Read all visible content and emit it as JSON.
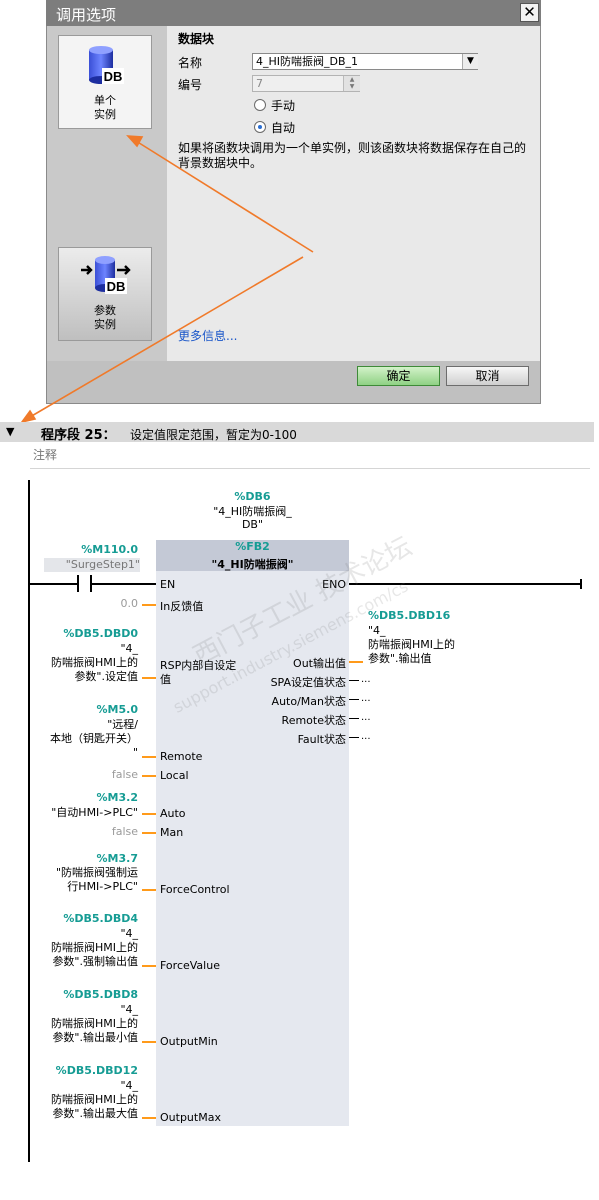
{
  "dialog": {
    "title": "调用选项",
    "close_glyph": "✕",
    "single_instance": {
      "icon_text": "DB",
      "line1": "单个",
      "line2": "实例"
    },
    "multi_instance": {
      "icon_text": "DB",
      "line1": "参数",
      "line2": "实例"
    },
    "section_title": "数据块",
    "name_label": "名称",
    "name_value": "4_HI防喘振阀_DB_1",
    "number_label": "编号",
    "number_value": "7",
    "manual_label": "手动",
    "auto_label": "自动",
    "selected_mode": "auto",
    "description": "如果将函数块调用为一个单实例，则该函数块将数据保存在自己的背景数据块中。",
    "more_info": "更多信息...",
    "ok_label": "确定",
    "cancel_label": "取消"
  },
  "network": {
    "label": "程序段 25：",
    "title": "设定值限定范围，暂定为0-100",
    "comment": "注释",
    "instance_db": "%DB6",
    "instance_db_name_1": "\"4_HI防喘振阀_",
    "instance_db_name_2": "DB\"",
    "fb_address": "%FB2",
    "fb_name": "\"4_HI防喘振阀\"",
    "contact_address": "%M110.0",
    "contact_name": "\"SurgeStep1\""
  },
  "inputs": [
    {
      "pin": "EN"
    },
    {
      "pin": "In反馈值",
      "value": "0.0"
    },
    {
      "pin": "RSP内部自设定值",
      "address": "%DB5.DBD0",
      "lines": [
        "\"4_",
        "防喘振阀HMI上的",
        "参数\".设定值"
      ]
    },
    {
      "pin": "Remote",
      "address": "%M5.0",
      "lines": [
        "\"远程/",
        "本地（钥匙开关）",
        "\""
      ]
    },
    {
      "pin": "Local",
      "value": "false"
    },
    {
      "pin": "Auto",
      "address": "%M3.2",
      "lines": [
        "\"自动HMI->PLC\""
      ]
    },
    {
      "pin": "Man",
      "value": "false"
    },
    {
      "pin": "ForceControl",
      "address": "%M3.7",
      "lines": [
        "\"防喘振阀强制运",
        "行HMI->PLC\""
      ]
    },
    {
      "pin": "ForceValue",
      "address": "%DB5.DBD4",
      "lines": [
        "\"4_",
        "防喘振阀HMI上的",
        "参数\".强制输出值"
      ]
    },
    {
      "pin": "OutputMin",
      "address": "%DB5.DBD8",
      "lines": [
        "\"4_",
        "防喘振阀HMI上的",
        "参数\".输出最小值"
      ]
    },
    {
      "pin": "OutputMax",
      "address": "%DB5.DBD12",
      "lines": [
        "\"4_",
        "防喘振阀HMI上的",
        "参数\".输出最大值"
      ]
    }
  ],
  "outputs": [
    {
      "pin": "ENO"
    },
    {
      "pin": "Out输出值",
      "address": "%DB5.DBD16",
      "lines": [
        "\"4_",
        "防喘振阀HMI上的",
        "参数\".输出值"
      ]
    },
    {
      "pin": "SPA设定值状态",
      "value": "..."
    },
    {
      "pin": "Auto/Man状态",
      "value": "..."
    },
    {
      "pin": "Remote状态",
      "value": "..."
    },
    {
      "pin": "Fault状态",
      "value": "..."
    }
  ],
  "colors": {
    "accent_teal": "#169c94",
    "wire_orange": "#ff9a1a",
    "arrow_orange": "#f07a2a",
    "link_blue": "#1a56c9"
  },
  "watermark": {
    "line1": "西门子工业 技术论坛",
    "line2": "support.industry.siemens.com/cs"
  }
}
